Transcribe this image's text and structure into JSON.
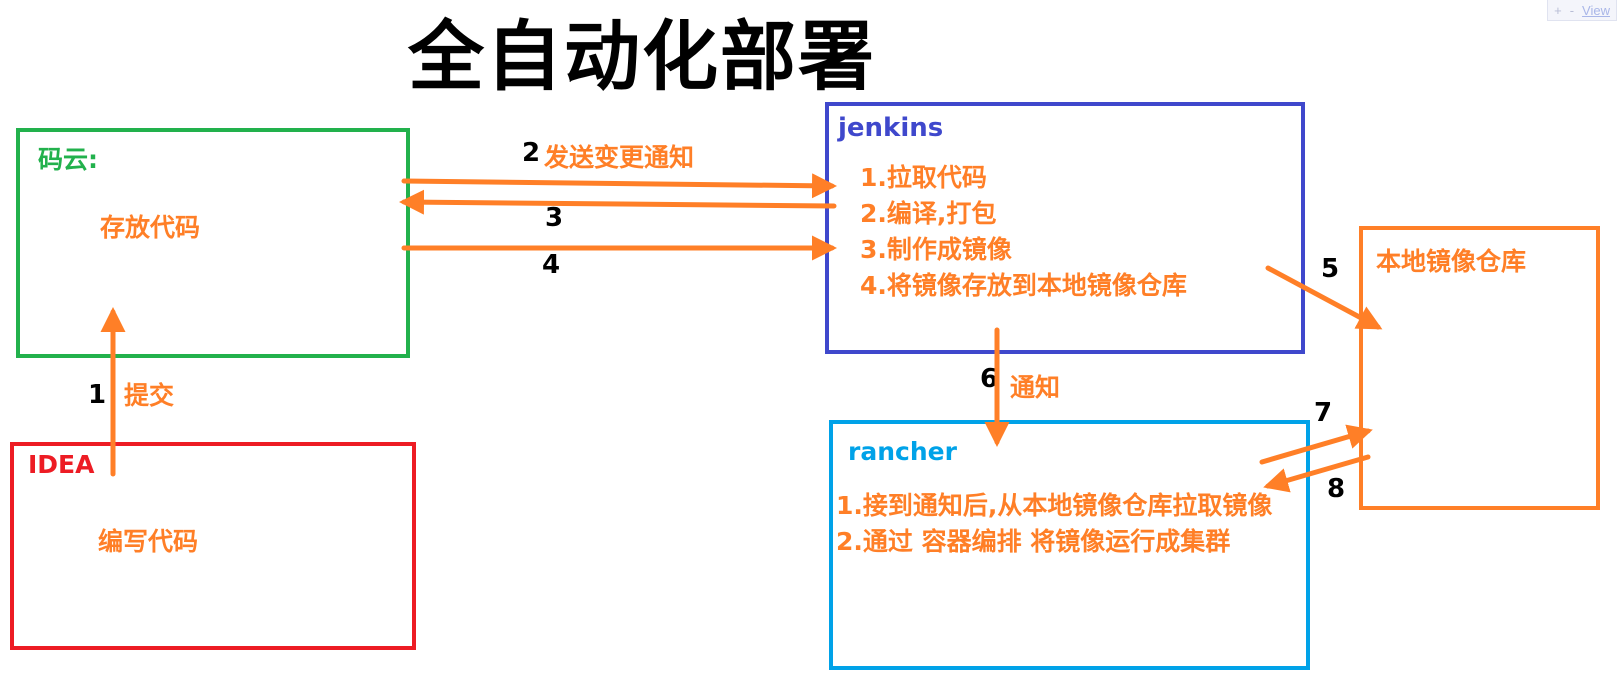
{
  "title": "全自动化部署",
  "toolbar": {
    "plus": "+",
    "minus": "-",
    "view": "View"
  },
  "colors": {
    "orange": "#ff7f27",
    "gitee": "#22b14c",
    "idea": "#ed1c24",
    "jenkins": "#3f48cc",
    "rancher": "#00a2e8"
  },
  "gitee": {
    "name": "码云:",
    "desc": "存放代码"
  },
  "idea": {
    "name": "IDEA",
    "desc": "编写代码"
  },
  "jenkins": {
    "name": "jenkins",
    "steps": [
      "1.拉取代码",
      "2.编译,打包",
      "3.制作成镜像",
      "4.将镜像存放到本地镜像仓库"
    ]
  },
  "rancher": {
    "name": "rancher",
    "steps": [
      "1.接到通知后,从本地镜像仓库拉取镜像",
      "2.通过 容器编排 将镜像运行成集群"
    ]
  },
  "repo": {
    "name": "本地镜像仓库"
  },
  "edges": {
    "e1": {
      "num": "1",
      "text": "提交"
    },
    "e2": {
      "num": "2",
      "text": "发送变更通知"
    },
    "e3": {
      "num": "3"
    },
    "e4": {
      "num": "4"
    },
    "e5": {
      "num": "5"
    },
    "e6": {
      "num": "6",
      "text": "通知"
    },
    "e7": {
      "num": "7"
    },
    "e8": {
      "num": "8"
    }
  }
}
